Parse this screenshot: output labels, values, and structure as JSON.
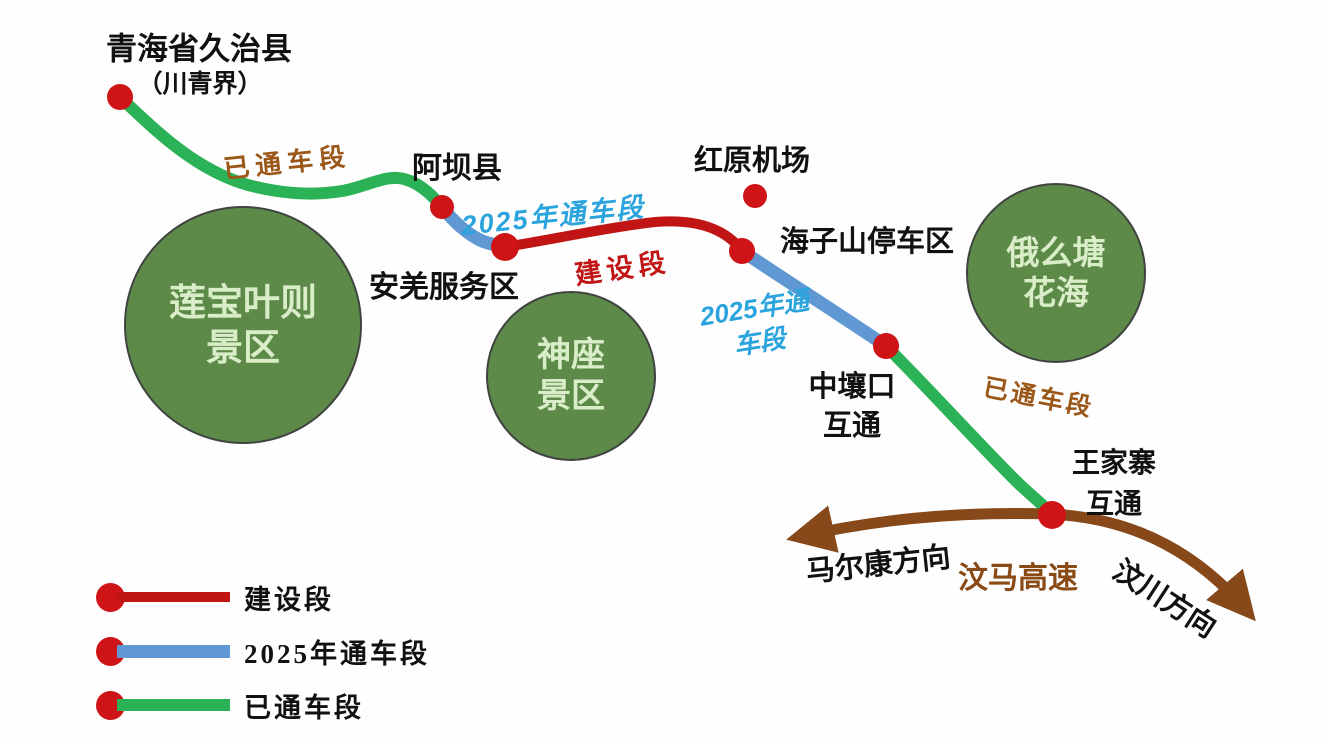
{
  "title": {
    "main": "青海省久治县",
    "sub": "（川青界）"
  },
  "places": {
    "abaxian": "阿坝县",
    "anqiang_service_area": "安羌服务区",
    "hongyuan_airport": "红原机场",
    "haizishan_parking": "海子山停车区",
    "zhongrangkou_l1": "中壤口",
    "zhongrangkou_l2": "互通",
    "wangjiazhai_l1": "王家寨",
    "wangjiazhai_l2": "互通"
  },
  "segment_labels": {
    "open1": "已通车段",
    "open2": "已通车段",
    "y2025_full": "2025年通车段",
    "y2025_l1": "2025年通",
    "y2025_l2": "车段",
    "construction": "建设段"
  },
  "scenic_areas": [
    {
      "name_l1": "莲宝叶则",
      "name_l2": "景区"
    },
    {
      "name_l1": "神座",
      "name_l2": "景区"
    },
    {
      "name_l1": "俄么塘",
      "name_l2": "花海"
    }
  ],
  "highway": {
    "name": "汶马高速",
    "west_direction": "马尔康方向",
    "east_direction": "汶川方向"
  },
  "legend": [
    {
      "label": "建设段",
      "color": "#c11414"
    },
    {
      "label": "2025年通车段",
      "color": "#5f98d3"
    },
    {
      "label": "已通车段",
      "color": "#2cb256"
    }
  ],
  "colors": {
    "open_section": "#2cb256",
    "open_2025_section": "#5f98d3",
    "construction_section": "#c11414",
    "node_dot": "#cf1417",
    "wenma_highway": "#87491a",
    "scenic_fill": "#5d8a48",
    "scenic_text": "#d9eec8",
    "label_blue": "#2ba4dd",
    "label_brown": "#9a5718"
  }
}
